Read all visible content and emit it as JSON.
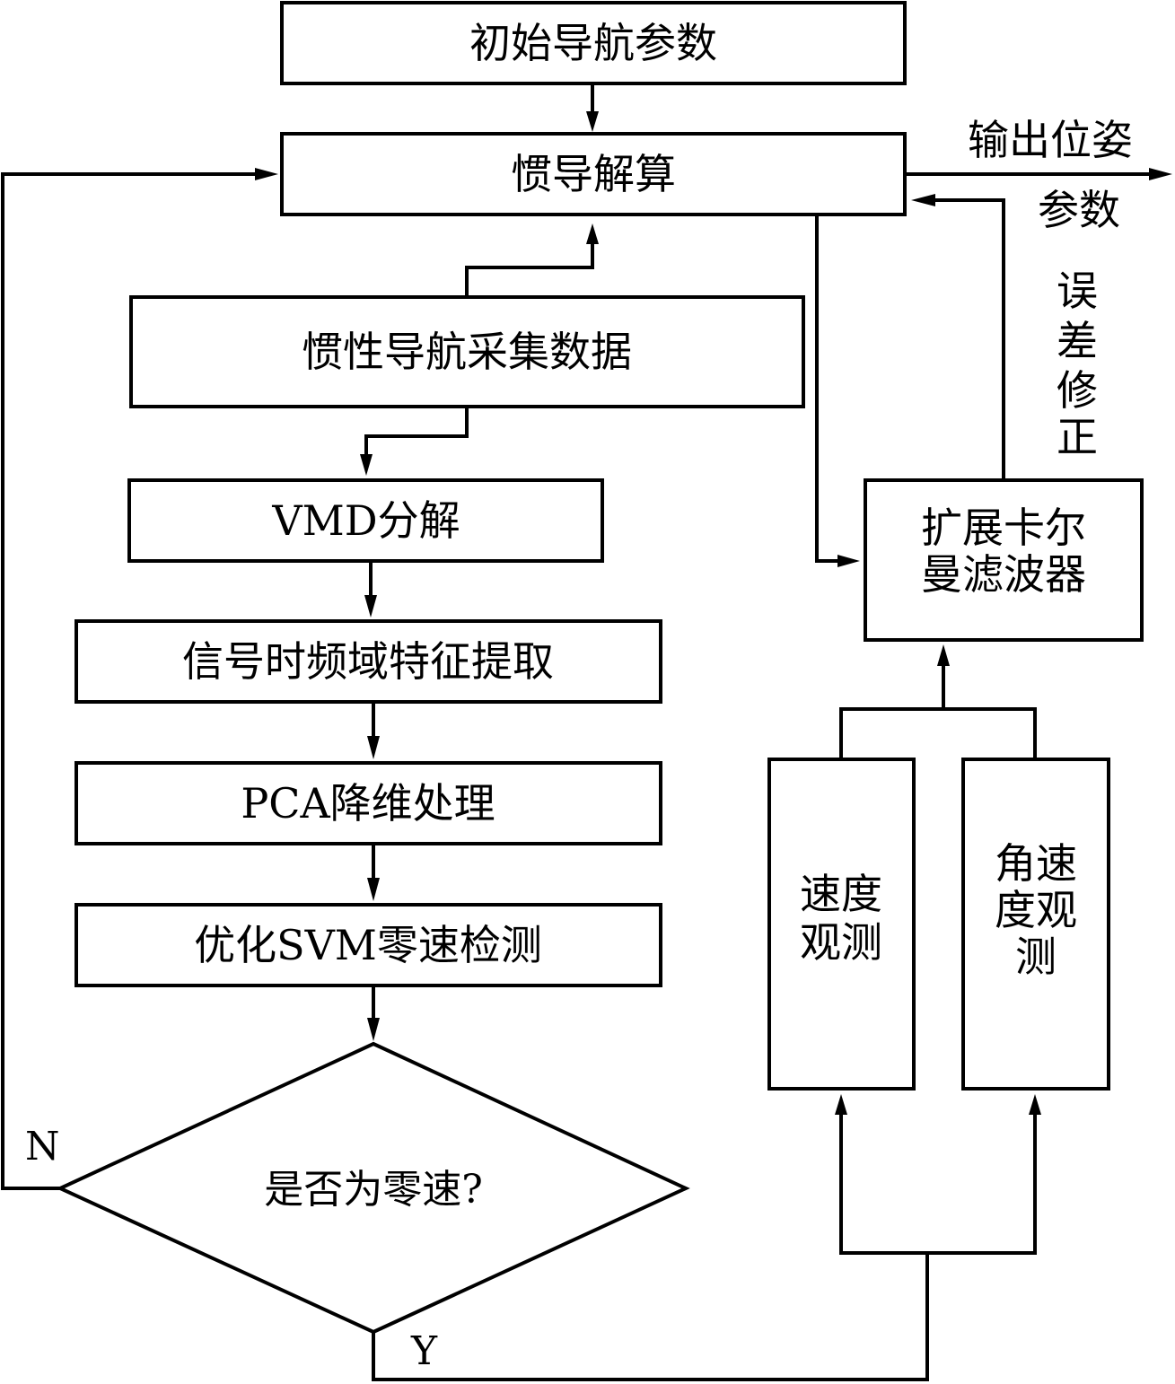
{
  "diagram": {
    "type": "flowchart",
    "colors": {
      "stroke": "#000000",
      "background": "#ffffff",
      "text": "#000000"
    },
    "nodes": {
      "init_params": "初始导航参数",
      "ins_solve": "惯导解算",
      "ins_collect": "惯性导航采集数据",
      "vmd": "VMD分解",
      "feature": "信号时频域特征提取",
      "pca": "PCA降维处理",
      "svm": "优化SVM零速检测",
      "decision": "是否为零速?",
      "ekf_line1": "扩展卡尔",
      "ekf_line2": "曼滤波器",
      "vel_obs_line1": "速度",
      "vel_obs_line2": "观测",
      "ang_obs_line1": "角速",
      "ang_obs_line2": "度观",
      "ang_obs_line3": "测"
    },
    "labels": {
      "output_line1": "输出位姿",
      "output_line2": "参数",
      "error_corr": [
        "误",
        "差",
        "修",
        "正"
      ],
      "no": "N",
      "yes": "Y"
    },
    "edges": [
      {
        "from": "init_params",
        "to": "ins_solve"
      },
      {
        "from": "ins_collect",
        "to": "ins_solve"
      },
      {
        "from": "ins_collect",
        "to": "vmd"
      },
      {
        "from": "vmd",
        "to": "feature"
      },
      {
        "from": "feature",
        "to": "pca"
      },
      {
        "from": "pca",
        "to": "svm"
      },
      {
        "from": "svm",
        "to": "decision"
      },
      {
        "from": "decision",
        "to": "ins_solve",
        "label": "N"
      },
      {
        "from": "decision",
        "to": "vel_obs",
        "label": "Y"
      },
      {
        "from": "decision",
        "to": "ang_obs",
        "label": "Y"
      },
      {
        "from": "vel_obs",
        "to": "ekf"
      },
      {
        "from": "ang_obs",
        "to": "ekf"
      },
      {
        "from": "ins_solve",
        "to": "ekf"
      },
      {
        "from": "ekf",
        "to": "ins_solve",
        "label": "误差修正"
      },
      {
        "from": "ins_solve",
        "to": "output",
        "label": "输出位姿参数"
      }
    ]
  }
}
